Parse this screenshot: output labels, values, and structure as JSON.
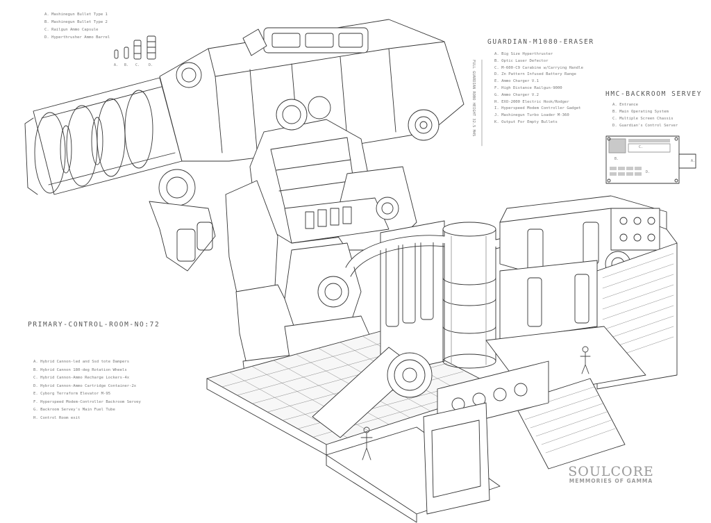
{
  "ammo_legend": {
    "items": [
      "A. Mashinegun Bullet Type 1",
      "B. Mashinegun Bullet Type 2",
      "C. Railgun Ammo Capsule",
      "D. Hyperthrusher Ammo Barrel"
    ],
    "labels": [
      "A.",
      "B.",
      "C.",
      "D."
    ]
  },
  "guardian": {
    "title": "GUARDIAN-M1080-ERASER",
    "items": [
      "A. Big Size Hyperthruster",
      "B. Optic Laser Defector",
      "C. M-600-C9 Carabine w/Carrying Handle",
      "D. Zn Pattern Infused Battery Range",
      "E. Ammo Charger V.1",
      "F. High Distance Railgun-9000",
      "G. Ammo Charger V.2",
      "H. EXO-2000 Electric Hook/Rodger",
      "I. Hyperspeed Modem Controller Gadget",
      "J. Mashinegun Turbo Loader M-360",
      "K. Output For Empty Bullets"
    ],
    "vertical_note": "FULL GUARDIAN ROBO HEIGHT 32.5 M45"
  },
  "backroom": {
    "title": "HMC-BACKROOM SERVEY",
    "items": [
      "A. Entrance",
      "B. Main Operating System",
      "C. Multiple Screen Chassis",
      "D. Guardian's Control Server"
    ],
    "diagram_labels": [
      "A.",
      "B.",
      "C.",
      "D."
    ]
  },
  "control_room": {
    "title": "PRIMARY-CONTROL-ROOM-NO:72",
    "items": [
      "A. Hybrid Cannon-led and Ssd tote Dampers",
      "B. Hybrid Cannon 180-deg Rotation Wheels",
      "C. Hybrid Cannon-Ammo Recharge Lockers-4x",
      "D. Hybrid Cannon-Ammo Cartridge Container-2x",
      "E. Cyborg Terraform Elevator M-95",
      "F. Hyperspeed Modem-Controller Backroom Servey",
      "G. Backroom Servey's Main Fuel Tube",
      "H. Control Room exit"
    ]
  },
  "brand": {
    "name": "SOULCORE",
    "subtitle": "MEMMORIES OF GAMMA"
  }
}
